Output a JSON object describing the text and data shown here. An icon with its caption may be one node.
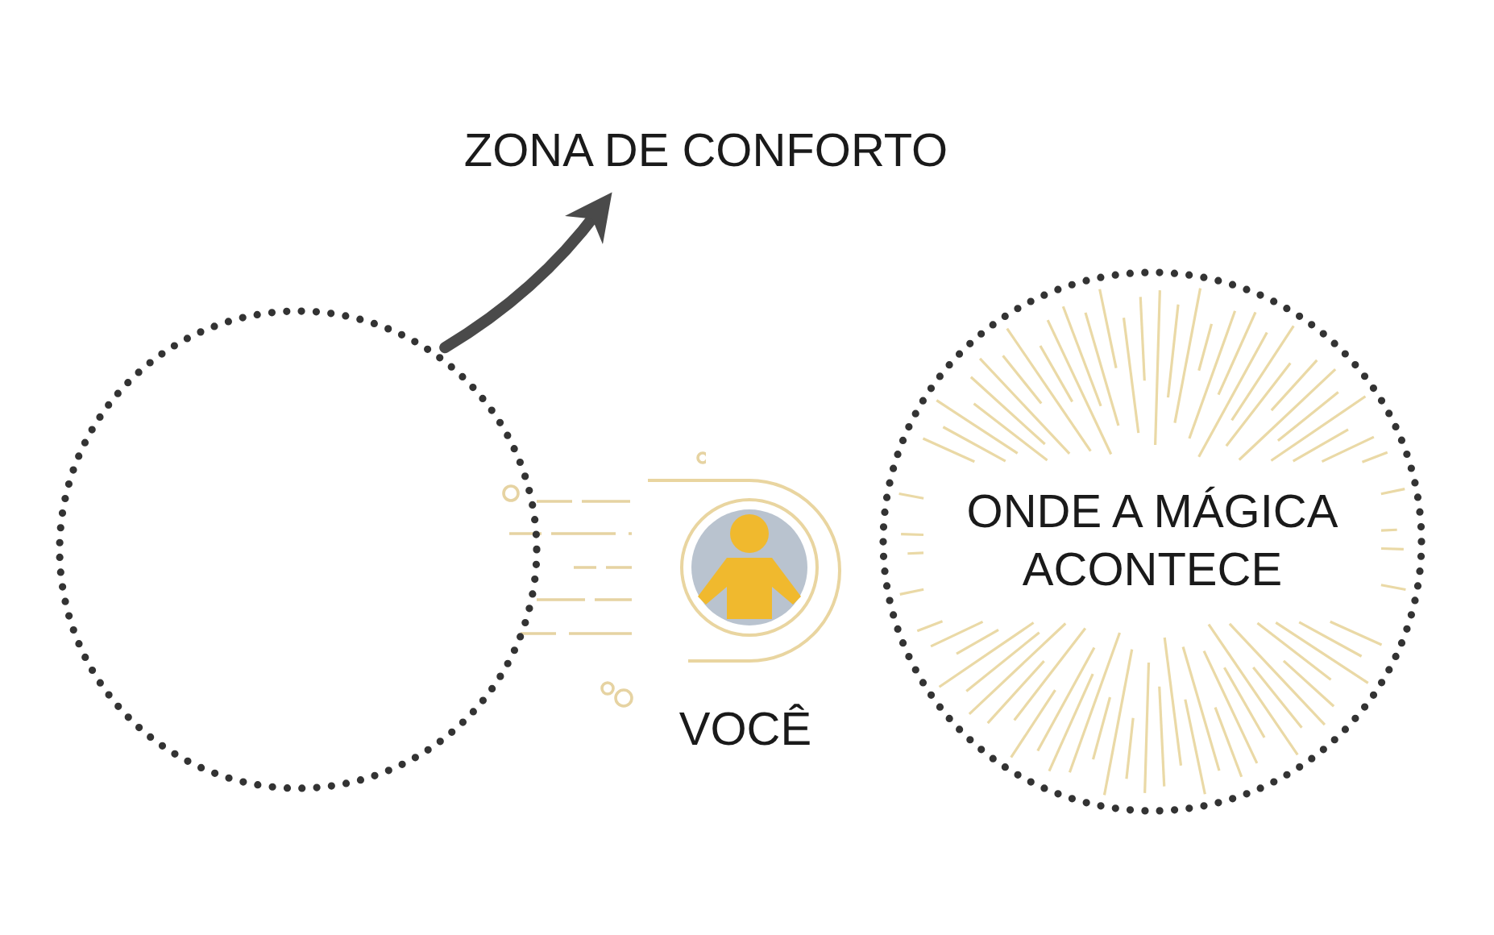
{
  "diagram": {
    "nodes": [
      {
        "text": [],
        "shape": "circle"
      },
      {
        "text": [
          "ZONA DE CONFORTO"
        ]
      },
      {
        "text": [
          "VOCÊ"
        ]
      },
      {
        "text": [
          "ONDE A MÁGICA ACONTECE"
        ]
      }
    ],
    "edges": [
      {
        "from": 0,
        "to": 1,
        "arrow": "to"
      }
    ]
  }
}
